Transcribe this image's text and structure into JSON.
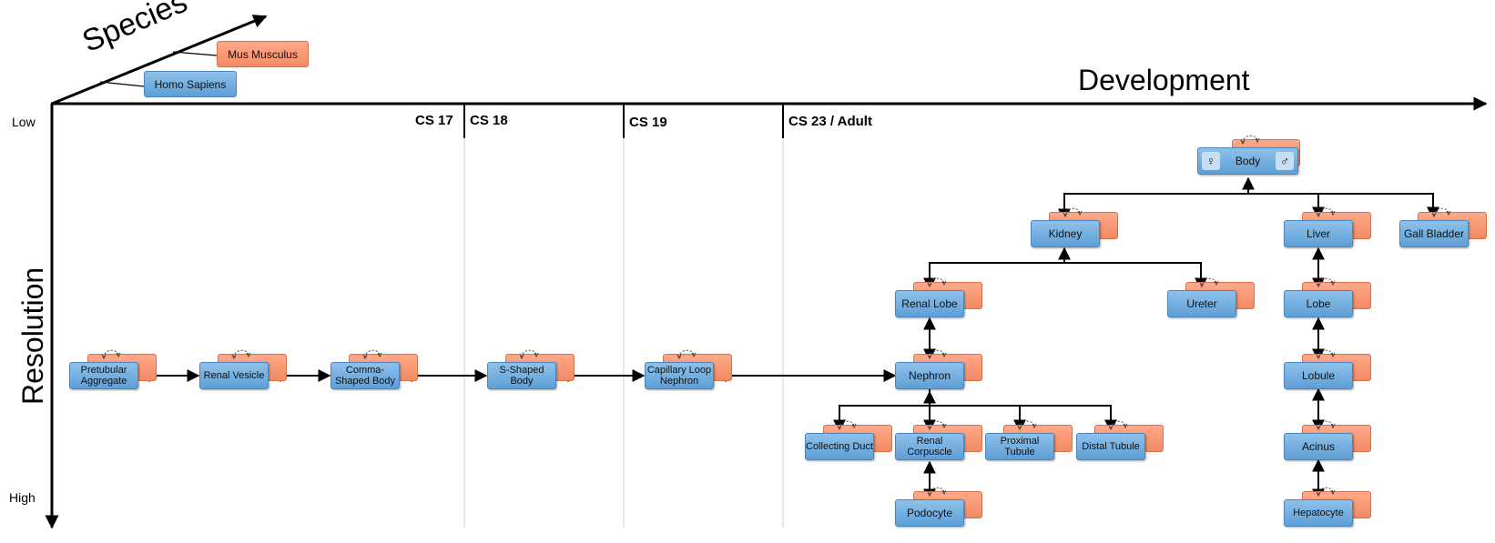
{
  "axes": {
    "species": "Species",
    "development": "Development",
    "resolution": "Resolution",
    "low": "Low",
    "high": "High"
  },
  "legend": {
    "human": "Homo Sapiens",
    "mouse": "Mus Musculus"
  },
  "stages": [
    "CS 17",
    "CS 18",
    "CS 19",
    "CS 23 / Adult"
  ],
  "nodes": {
    "pretubular": "Pretubular Aggregate",
    "renal_vesicle": "Renal Vesicle",
    "comma": "Comma-Shaped Body",
    "s_shaped": "S-Shaped Body",
    "capillary": "Capillary Loop Nephron",
    "body": "Body",
    "female": "♀",
    "male": "♂",
    "kidney": "Kidney",
    "liver": "Liver",
    "gall": "Gall Bladder",
    "renal_lobe": "Renal Lobe",
    "ureter": "Ureter",
    "lobe": "Lobe",
    "nephron": "Nephron",
    "lobule": "Lobule",
    "collecting": "Collecting Duct",
    "corpuscle": "Renal Corpuscle",
    "proximal": "Proximal Tubule",
    "distal": "Distal Tubule",
    "acinus": "Acinus",
    "podocyte": "Podocyte",
    "hepatocyte": "Hepatocyte"
  },
  "colors": {
    "human": "#6fa9dc",
    "mouse": "#f89572",
    "axis": "#000000",
    "stage_line": "#cccccc"
  }
}
